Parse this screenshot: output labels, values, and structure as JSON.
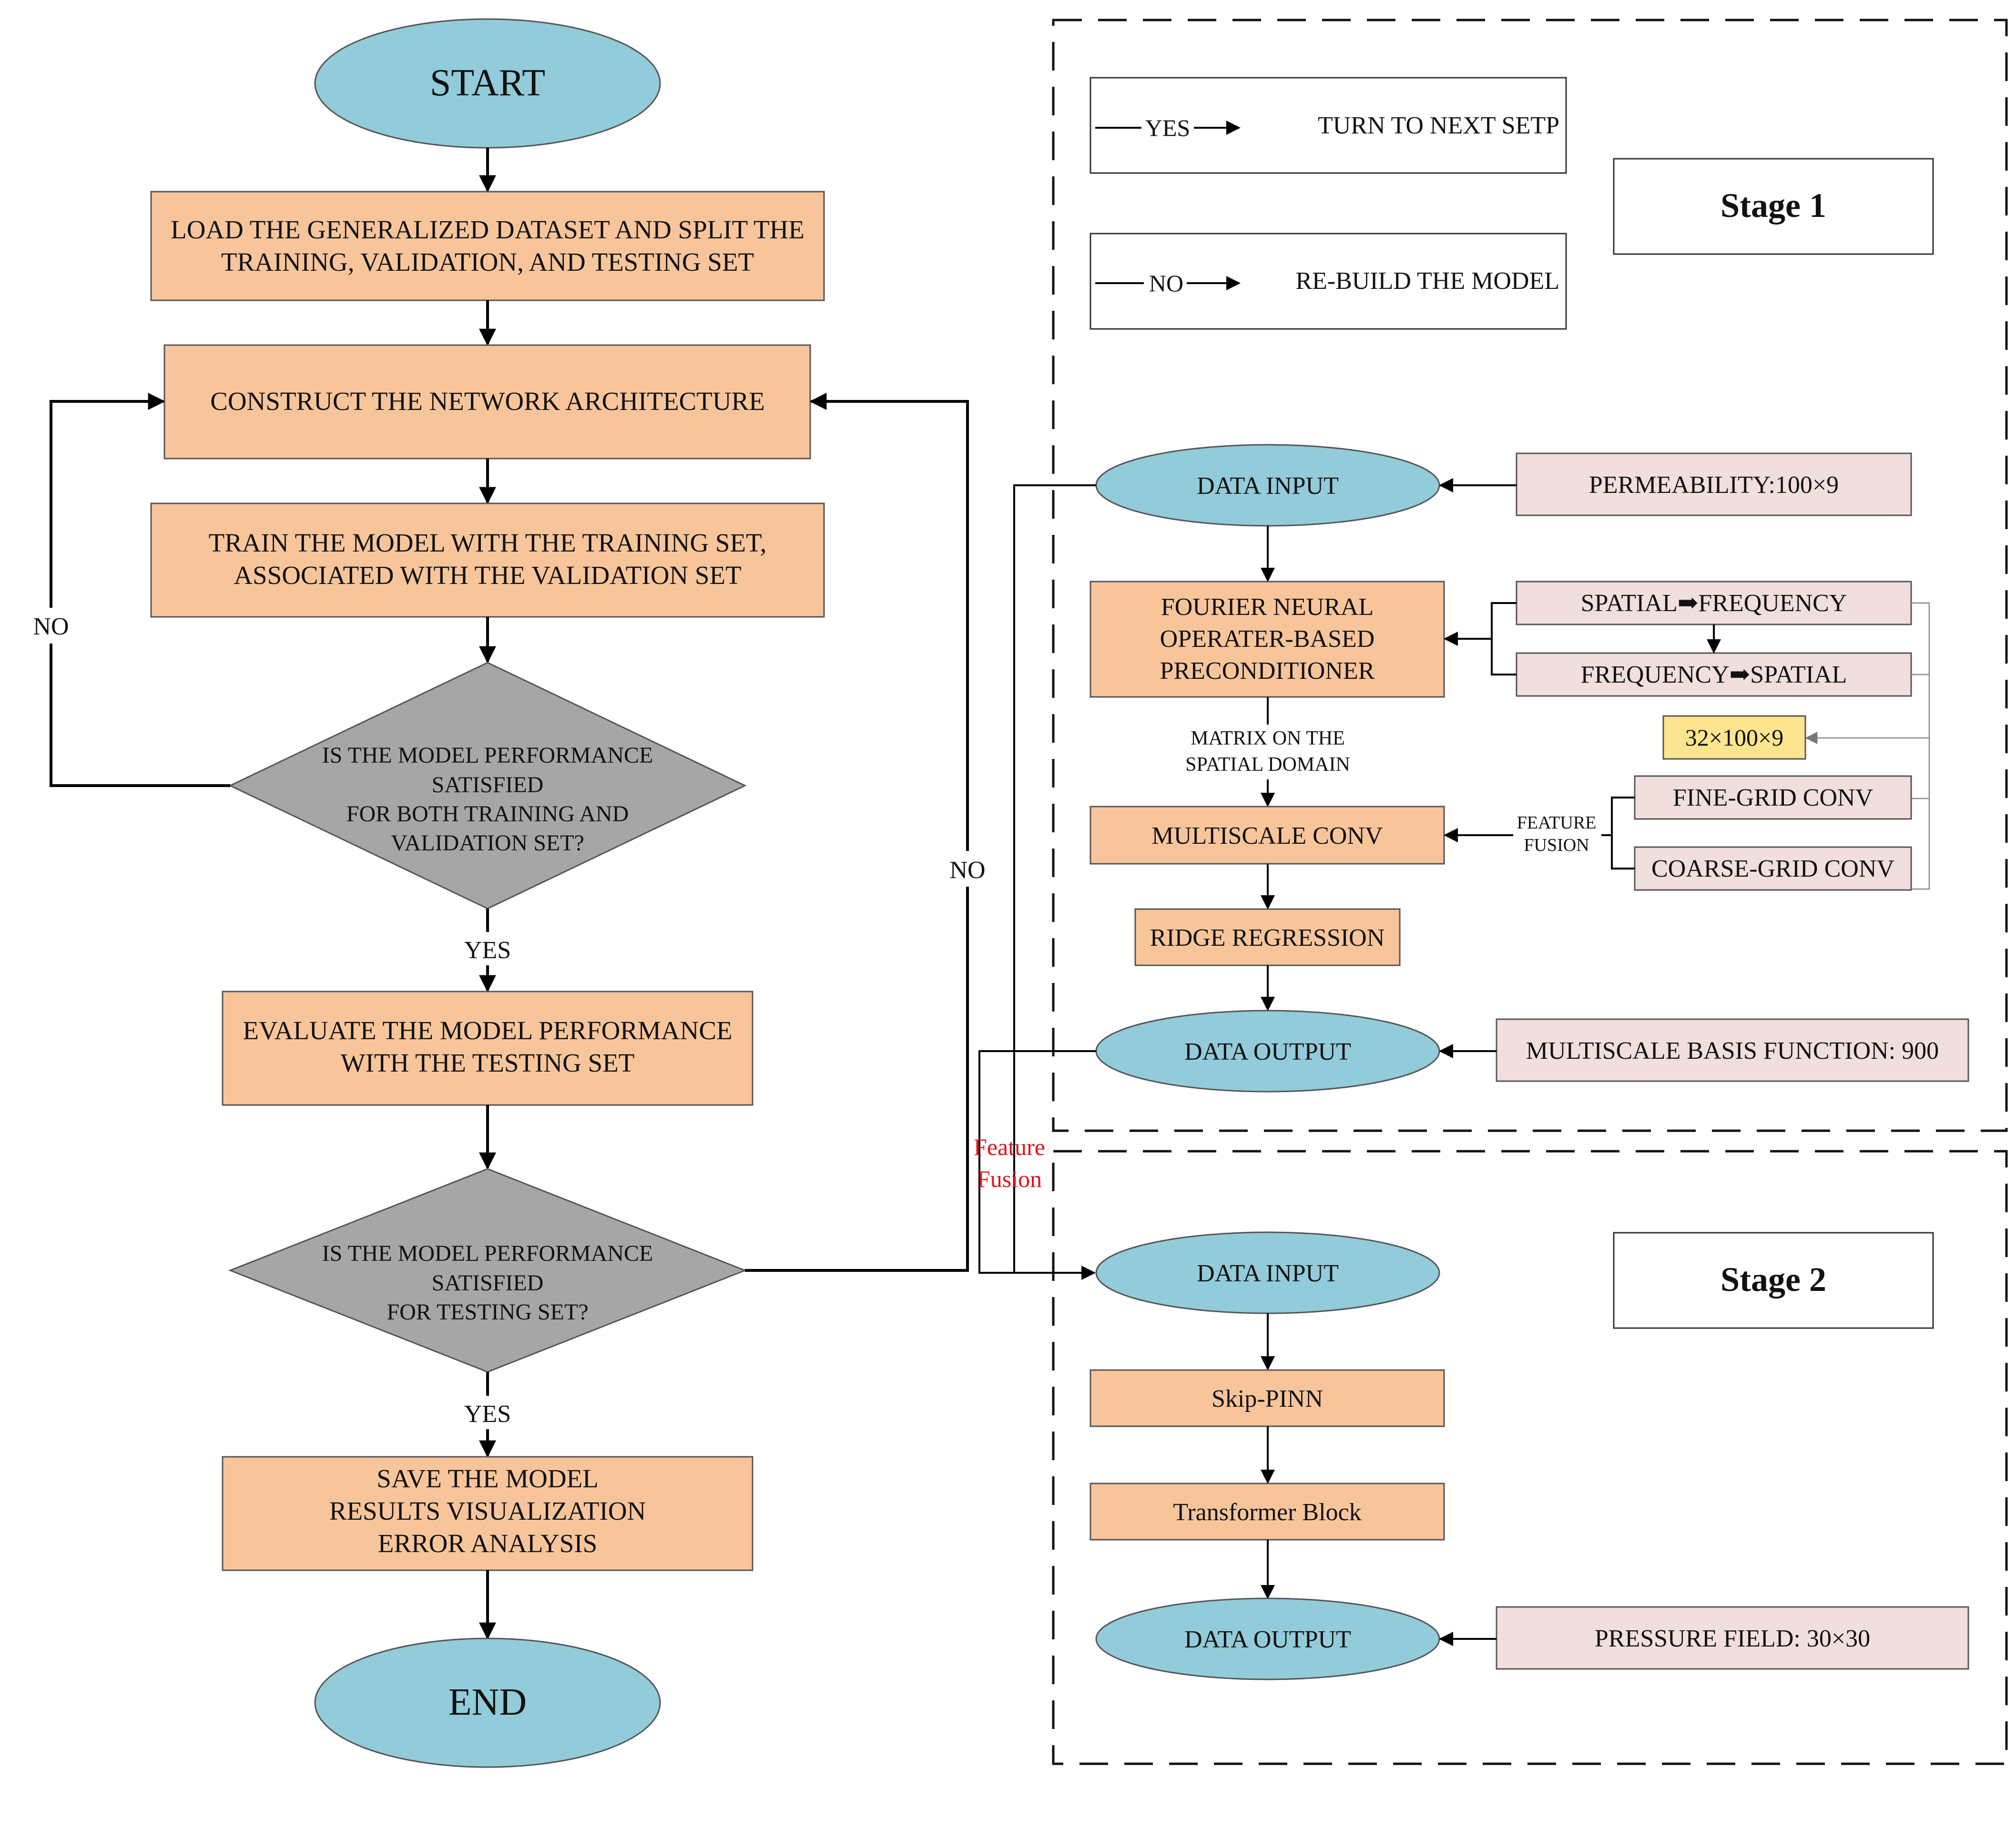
{
  "flowchart": {
    "start": "START",
    "end": "END",
    "load": [
      "LOAD THE GENERALIZED DATASET AND SPLIT THE",
      "TRAINING, VALIDATION, AND TESTING SET"
    ],
    "construct": "CONSTRUCT THE NETWORK ARCHITECTURE",
    "train": [
      "TRAIN THE MODEL WITH THE TRAINING SET,",
      "ASSOCIATED WITH THE VALIDATION SET"
    ],
    "decision1": [
      "IS THE MODEL PERFORMANCE",
      "SATISFIED",
      "FOR BOTH TRAINING AND",
      "VALIDATION SET?"
    ],
    "evaluate": [
      "EVALUATE THE MODEL PERFORMANCE",
      "WITH THE TESTING SET"
    ],
    "decision2": [
      "IS THE MODEL PERFORMANCE",
      "SATISFIED",
      "FOR TESTING SET?"
    ],
    "save": [
      "SAVE THE MODEL",
      "RESULTS VISUALIZATION",
      "ERROR ANALYSIS"
    ],
    "yes_label": "YES",
    "no_label": "NO"
  },
  "legend": {
    "yes_arrow": "YES",
    "yes_text": "TURN TO NEXT SETP",
    "no_arrow": "NO",
    "no_text": "RE-BUILD THE MODEL"
  },
  "stage1": {
    "title": "Stage 1",
    "data_input": "DATA INPUT",
    "permeability": "PERMEABILITY:100×9",
    "fno": [
      "FOURIER NEURAL",
      "OPERATER-BASED",
      "PRECONDITIONER"
    ],
    "spatial_freq": "SPATIAL➡FREQUENCY",
    "freq_spatial": "FREQUENCY➡SPATIAL",
    "dims": "32×100×9",
    "matrix_label": [
      "MATRIX ON THE",
      "SPATIAL DOMAIN"
    ],
    "multiscale": "MULTISCALE CONV",
    "feature_fusion_small": [
      "FEATURE",
      "FUSION"
    ],
    "fine_grid": "FINE-GRID CONV",
    "coarse_grid": "COARSE-GRID CONV",
    "ridge": "RIDGE REGRESSION",
    "data_output": "DATA OUTPUT",
    "basis": "MULTISCALE BASIS FUNCTION: 900"
  },
  "feature_fusion": [
    "Feature",
    "Fusion"
  ],
  "stage2": {
    "title": "Stage 2",
    "data_input": "DATA INPUT",
    "skip": "Skip-PINN",
    "transformer": "Transformer Block",
    "data_output": "DATA OUTPUT",
    "pressure": "PRESSURE FIELD: 30×30"
  },
  "colors": {
    "process_fill": "#f8c59b",
    "terminal_fill": "#92cbd9",
    "decision_fill": "#a6a6a6",
    "input_fill": "#f1dfdd",
    "dims_fill": "#fde58f",
    "fusion_text": "#e0141c"
  }
}
